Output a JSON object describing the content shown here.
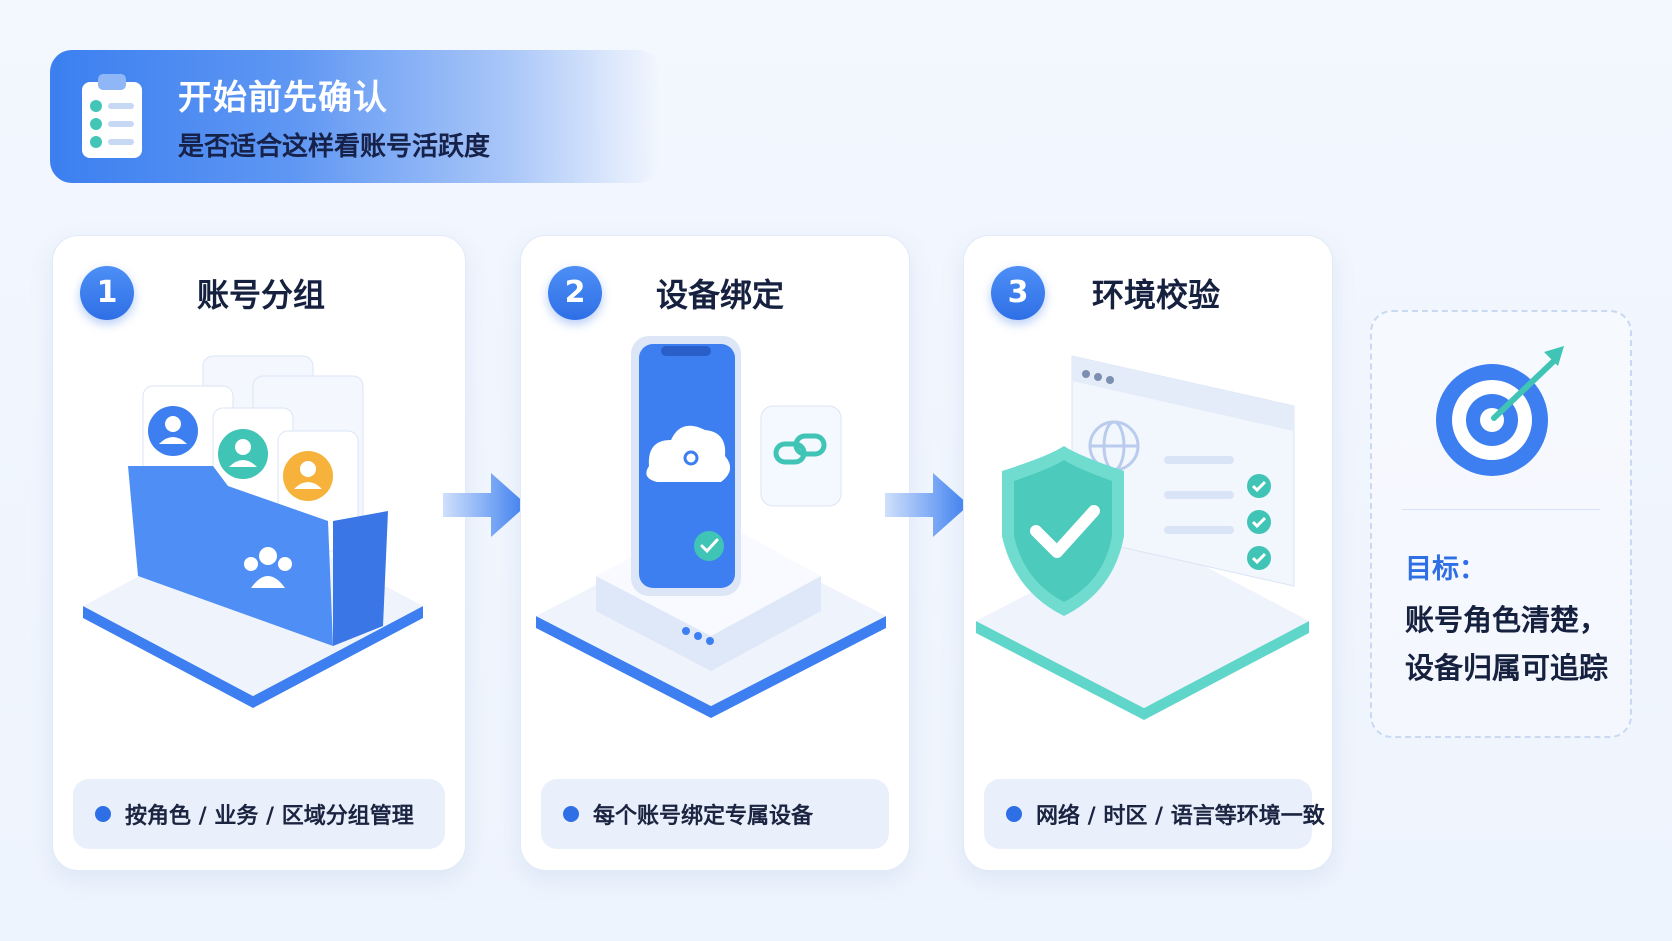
{
  "header": {
    "title": "开始前先确认",
    "subtitle": "是否适合这样看账号活跃度",
    "icon": "clipboard-checklist-icon"
  },
  "steps": [
    {
      "number": "1",
      "title": "账号分组",
      "description": "按角色 / 业务 / 区域分组管理",
      "icon": "folder-users-icon"
    },
    {
      "number": "2",
      "title": "设备绑定",
      "description": "每个账号绑定专属设备",
      "icon": "phone-cloud-link-icon"
    },
    {
      "number": "3",
      "title": "环境校验",
      "description": "网络 / 时区 / 语言等环境一致",
      "icon": "shield-check-browser-icon"
    }
  ],
  "goal": {
    "icon": "target-arrow-icon",
    "label": "目标：",
    "line1": "账号角色清楚，",
    "line2": "设备归属可追踪"
  },
  "colors": {
    "accent": "#2f6fe6",
    "accent_light": "#e9f0fc",
    "teal": "#5fd6c9",
    "text_dark": "#16213f"
  }
}
